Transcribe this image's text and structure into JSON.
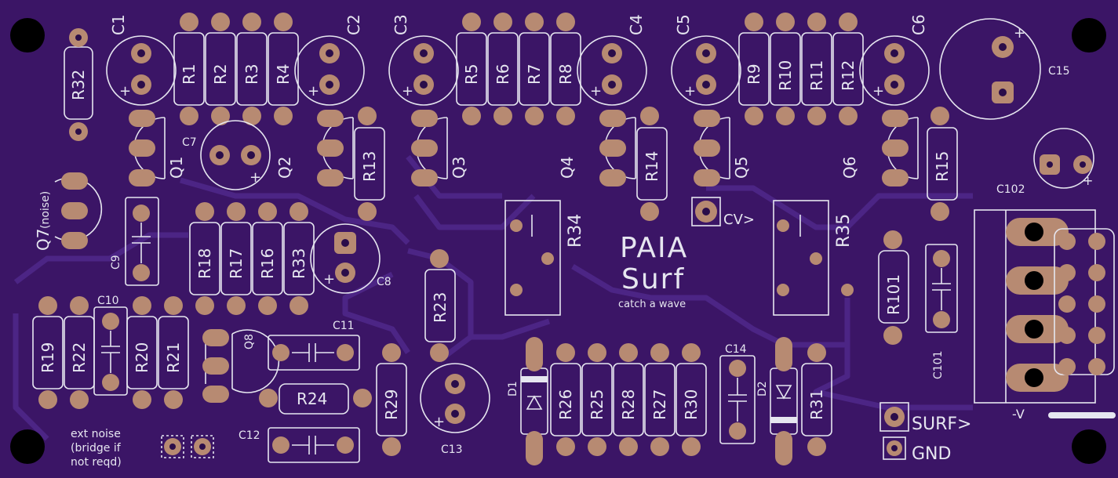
{
  "brand": {
    "name": "PAIA",
    "product": "Surf",
    "tagline": "catch a wave"
  },
  "labels": {
    "C1": "C1",
    "C2": "C2",
    "C3": "C3",
    "C4": "C4",
    "C5": "C5",
    "C6": "C6",
    "C7": "C7",
    "C8": "C8",
    "C9": "C9",
    "C10": "C10",
    "C11": "C11",
    "C12": "C12",
    "C13": "C13",
    "C14": "C14",
    "C15": "C15",
    "C101": "C101",
    "C102": "C102",
    "R1": "R1",
    "R2": "R2",
    "R3": "R3",
    "R4": "R4",
    "R5": "R5",
    "R6": "R6",
    "R7": "R7",
    "R8": "R8",
    "R9": "R9",
    "R10": "R10",
    "R11": "R11",
    "R12": "R12",
    "R13": "R13",
    "R14": "R14",
    "R15": "R15",
    "R16": "R16",
    "R17": "R17",
    "R18": "R18",
    "R19": "R19",
    "R20": "R20",
    "R21": "R21",
    "R22": "R22",
    "R23": "R23",
    "R24": "R24",
    "R25": "R25",
    "R26": "R26",
    "R27": "R27",
    "R28": "R28",
    "R29": "R29",
    "R30": "R30",
    "R31": "R31",
    "R32": "R32",
    "R33": "R33",
    "R34": "R34",
    "R35": "R35",
    "R101": "R101",
    "Q1": "Q1",
    "Q2": "Q2",
    "Q3": "Q3",
    "Q4": "Q4",
    "Q5": "Q5",
    "Q6": "Q6",
    "Q7": "Q7",
    "Q7note": "(noise)",
    "Q8": "Q8",
    "D1": "D1",
    "D2": "D2",
    "cv": "CV>",
    "surf": "SURF>",
    "gnd": "GND",
    "minusV": "-V",
    "extnoise1": "ext noise",
    "extnoise2": "(bridge if",
    "extnoise3": "not reqd)"
  },
  "colors": {
    "board": "#3b1566",
    "trace": "#4c2585",
    "silkscreen": "#e6e6f0",
    "pad": "#b78a72"
  }
}
